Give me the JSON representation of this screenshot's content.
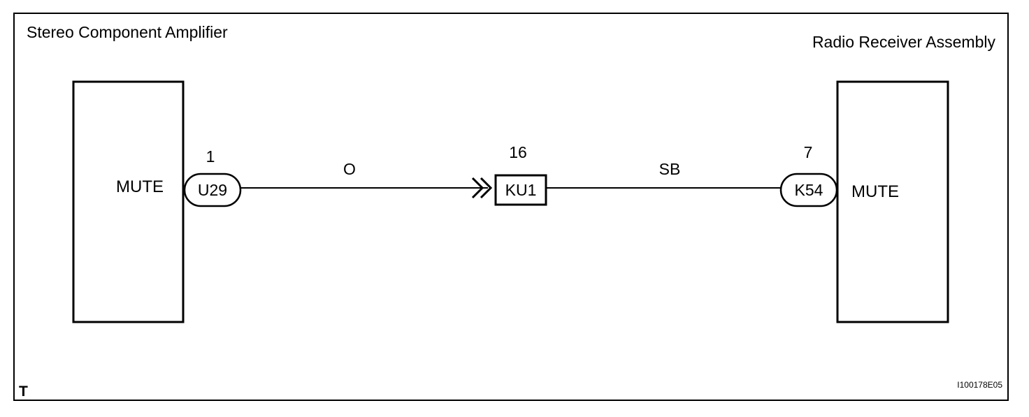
{
  "components": {
    "left": {
      "title": "Stereo Component Amplifier",
      "terminal": "MUTE"
    },
    "right": {
      "title": "Radio Receiver Assembly",
      "terminal": "MUTE"
    }
  },
  "connectors": {
    "left": {
      "id": "U29",
      "pin": "1"
    },
    "middle": {
      "id": "KU1",
      "pin": "16"
    },
    "right": {
      "id": "K54",
      "pin": "7"
    }
  },
  "wires": {
    "left_color": "O",
    "right_color": "SB"
  },
  "corner_mark": "T",
  "figure_code": "I100178E05"
}
